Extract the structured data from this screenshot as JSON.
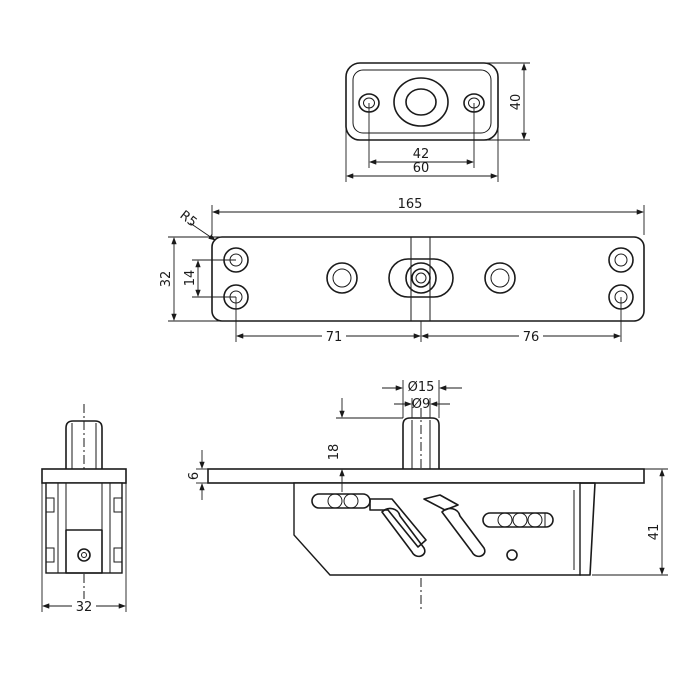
{
  "dimensions": {
    "bracket_width": "60",
    "bracket_hole_spacing": "42",
    "bracket_height": "40",
    "plate_length": "165",
    "corner_radius": "R5",
    "plate_width": "32",
    "hole_spacing_vertical": "14",
    "left_to_pivot": "71",
    "pivot_to_right": "76",
    "pin_outer_dia": "Ø15",
    "pin_inner_dia": "Ø9",
    "pin_height": "18",
    "plate_thickness": "6",
    "body_height": "41",
    "side_width": "32"
  }
}
